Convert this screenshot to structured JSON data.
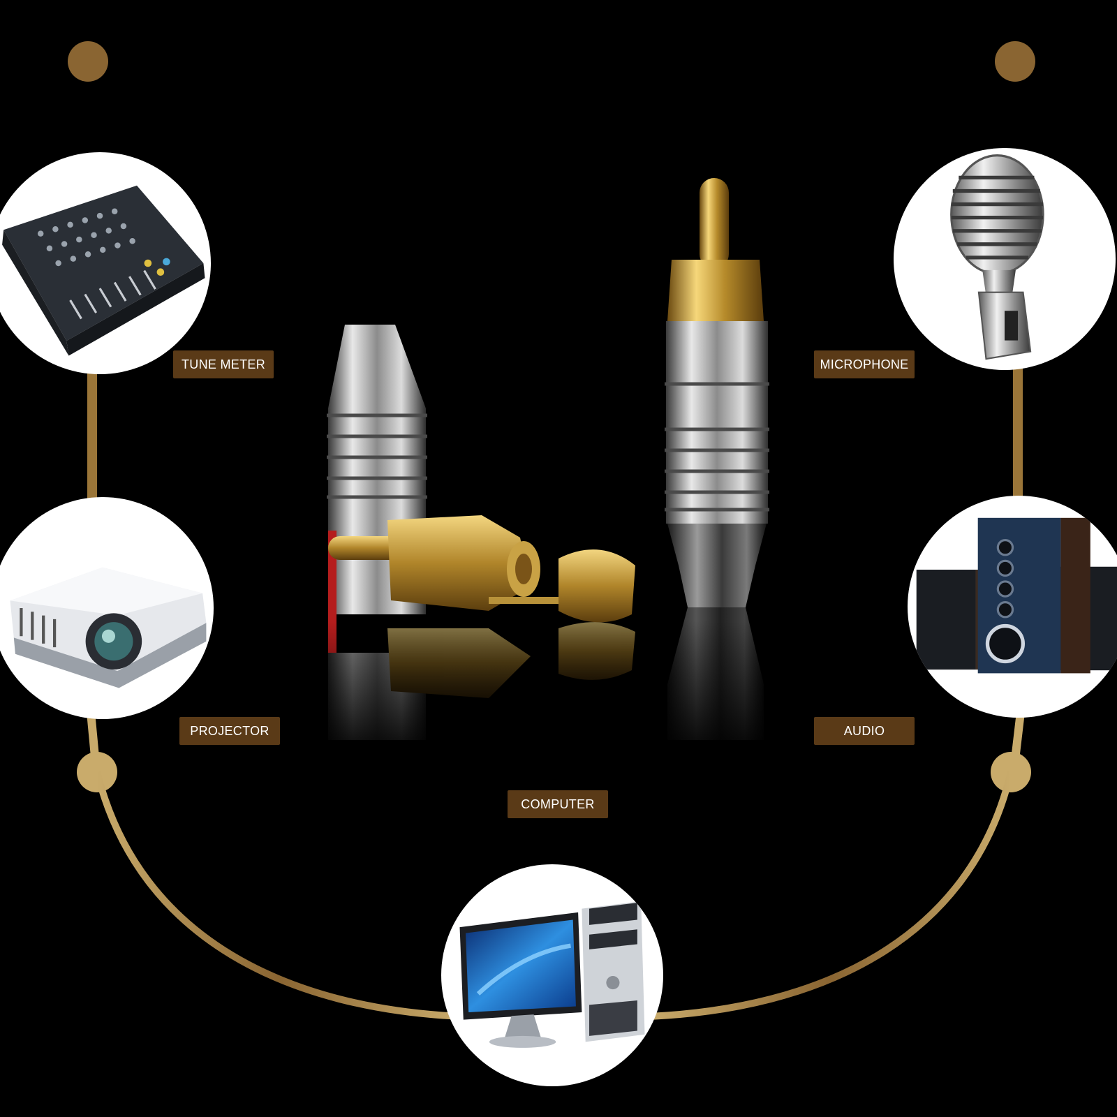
{
  "colors": {
    "background": "#000000",
    "gold_light": "#c9ab6b",
    "gold_dark": "#8a6532",
    "label_bg": "#5a3a17",
    "label_text": "#ffffff"
  },
  "devices": [
    {
      "id": "tune-meter",
      "label": "TUNE METER",
      "icon": "mixer-console-icon"
    },
    {
      "id": "microphone",
      "label": "MICROPHONE",
      "icon": "vintage-microphone-icon"
    },
    {
      "id": "projector",
      "label": "PROJECTOR",
      "icon": "projector-icon"
    },
    {
      "id": "audio",
      "label": "AUDIO",
      "icon": "speaker-system-icon"
    },
    {
      "id": "computer",
      "label": "COMPUTER",
      "icon": "desktop-computer-icon"
    }
  ],
  "product": {
    "icon": "rca-connector-icon"
  }
}
